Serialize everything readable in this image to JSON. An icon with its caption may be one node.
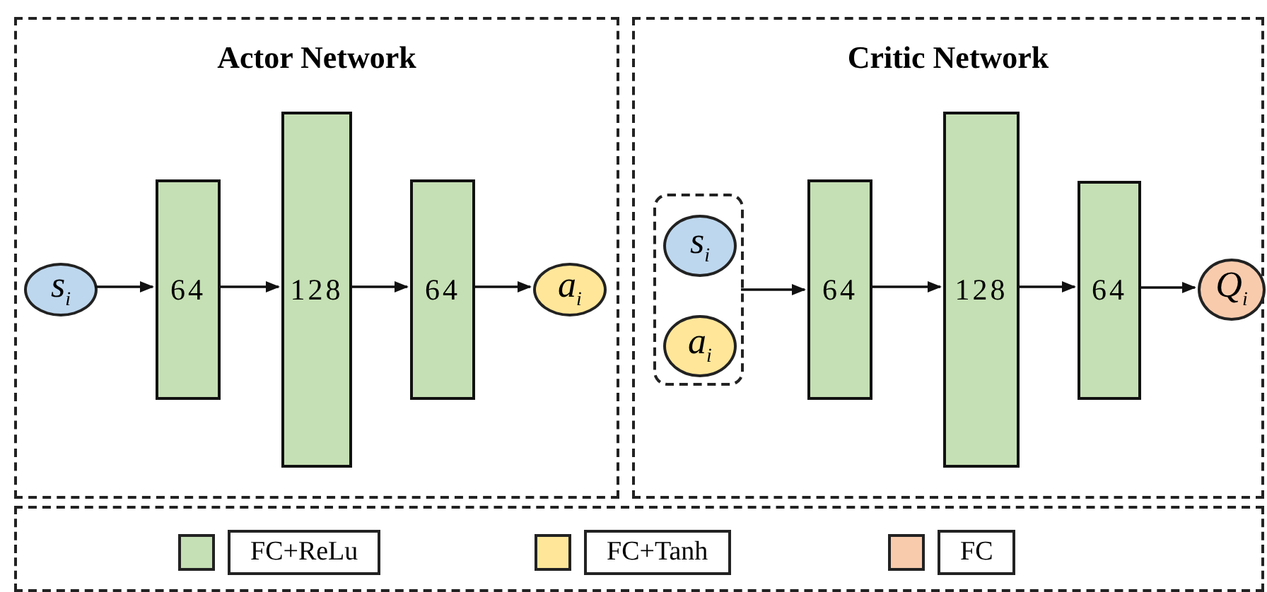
{
  "diagram": {
    "nodes": [
      {
        "text": [
          "Actor Network"
        ]
      },
      {
        "text": [
          "s$_{i}$"
        ],
        "in": 0
      },
      {
        "text": [
          "64"
        ],
        "in": 0
      },
      {
        "text": [
          "128"
        ],
        "in": 0
      },
      {
        "text": [
          "64"
        ],
        "in": 0
      },
      {
        "text": [
          "a$_{i}$"
        ],
        "in": 0
      },
      {
        "text": [
          "Critic Network"
        ]
      },
      {
        "text": [],
        "shape": "box",
        "in": 6
      },
      {
        "text": [
          "s$_{i}$"
        ],
        "in": 7
      },
      {
        "text": [
          "a$_{i}$"
        ],
        "in": 7
      },
      {
        "text": [
          "64"
        ],
        "in": 6
      },
      {
        "text": [
          "128"
        ],
        "in": 6
      },
      {
        "text": [
          "64"
        ],
        "in": 6
      },
      {
        "text": [
          "Q$_{i}$"
        ],
        "in": 6
      }
    ],
    "edges": [
      {
        "from": 1,
        "to": 2,
        "arrow": "to"
      },
      {
        "from": 2,
        "to": 3,
        "arrow": "to"
      },
      {
        "from": 3,
        "to": 4,
        "arrow": "to"
      },
      {
        "from": 4,
        "to": 5,
        "arrow": "to"
      },
      {
        "from": 7,
        "to": 10,
        "arrow": "to"
      },
      {
        "from": 10,
        "to": 11,
        "arrow": "to"
      },
      {
        "from": 11,
        "to": 12,
        "arrow": "to"
      },
      {
        "from": 12,
        "to": 13,
        "arrow": "to"
      }
    ],
    "legend": [
      {
        "text": "FC+ReLu",
        "color": "#c5e0b4"
      },
      {
        "text": "FC+Tanh",
        "color": "#ffe699"
      },
      {
        "text": "FC",
        "color": "#f8cbad"
      }
    ]
  }
}
